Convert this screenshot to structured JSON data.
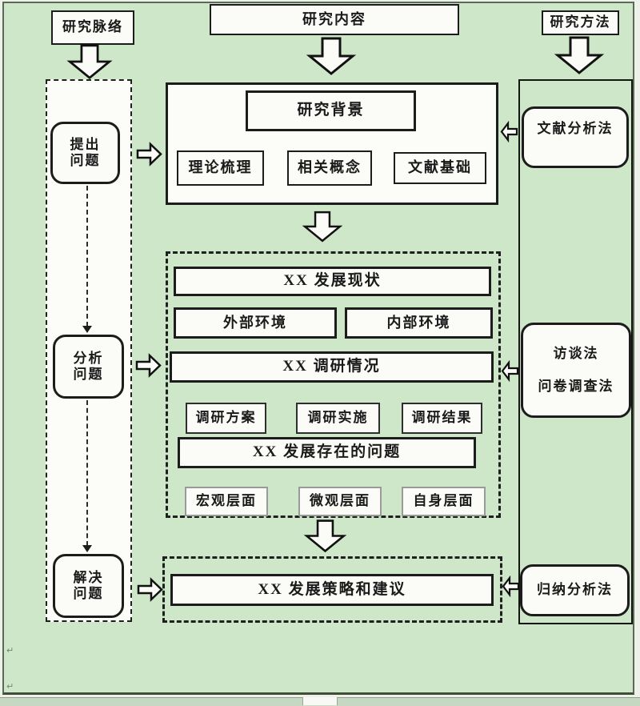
{
  "page": {
    "background_color": "#cfe7c9",
    "frame_border_color": "#4e5c49",
    "box_fill_color": "#fbfcf8",
    "line_color": "#1c1c1c",
    "paragraph_mark_1": "↵",
    "paragraph_mark_2": "↵"
  },
  "top_row": {
    "research_thread": "研究脉络",
    "research_content": "研究内容",
    "research_method": "研究方法"
  },
  "left_column": {
    "raise_problem": {
      "line1": "提出",
      "line2": "问题"
    },
    "analyze_problem": {
      "line1": "分析",
      "line2": "问题"
    },
    "solve_problem": {
      "line1": "解决",
      "line2": "问题"
    }
  },
  "center_top": {
    "research_background": "研究背景",
    "theory_review": "理论梳理",
    "related_concepts": "相关概念",
    "literature_basis": "文献基础"
  },
  "middle": {
    "development_status": "XX 发展现状",
    "external_environment": "外部环境",
    "internal_environment": "内部环境",
    "survey_overview": "XX 调研情况",
    "survey_plan": "调研方案",
    "survey_implementation": "调研实施",
    "survey_results": "调研结果",
    "existing_problems": "XX 发展存在的问题",
    "macro_level": "宏观层面",
    "micro_level": "微观层面",
    "self_level": "自身层面"
  },
  "bottom": {
    "strategy_suggestions": "XX 发展策略和建议"
  },
  "right_column": {
    "literature_analysis_method": "文献分析法",
    "interview_method": "访谈法",
    "questionnaire_method": "问卷调查法",
    "inductive_analysis_method": "归纳分析法"
  }
}
